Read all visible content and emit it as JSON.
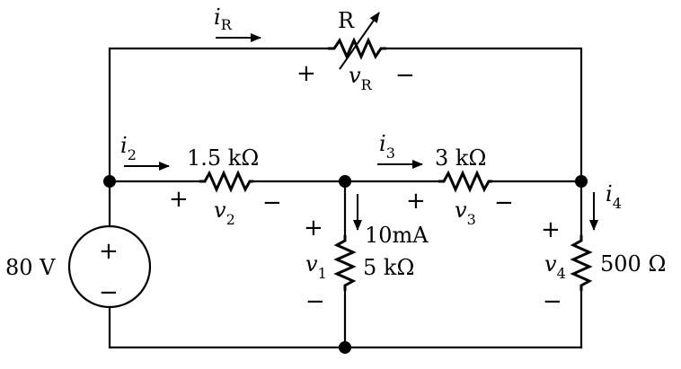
{
  "labels": {
    "iR_main": "i",
    "iR_sub": "R",
    "R": "R",
    "vR_main": "v",
    "vR_sub": "R",
    "i2_main": "i",
    "i2_sub": "2",
    "r2": "1.5 kΩ",
    "v2_main": "v",
    "v2_sub": "2",
    "i3_main": "i",
    "i3_sub": "3",
    "r3": "3 kΩ",
    "v3_main": "v",
    "v3_sub": "3",
    "i4_main": "i",
    "i4_sub": "4",
    "r4": "500 Ω",
    "v4_main": "v",
    "v4_sub": "4",
    "current_src": "10mA",
    "r1": "5 kΩ",
    "v1_main": "v",
    "v1_sub": "1",
    "source": "80 V"
  },
  "signs": {
    "plus": "+",
    "minus": "−"
  }
}
